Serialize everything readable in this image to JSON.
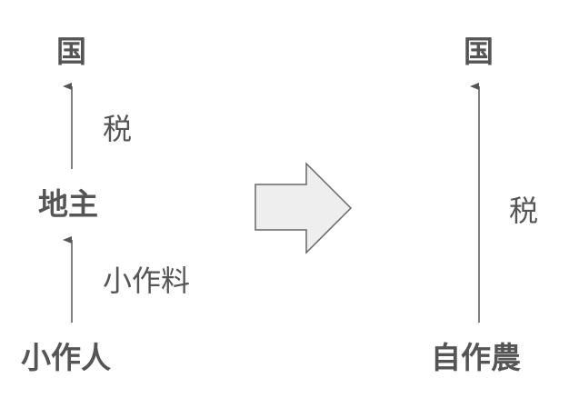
{
  "left": {
    "top": "国",
    "middle": "地主",
    "bottom": "小作人",
    "upper_edge": "税",
    "lower_edge": "小作料"
  },
  "right": {
    "top": "国",
    "bottom": "自作農",
    "edge": "税"
  },
  "colors": {
    "text": "#555555",
    "arrow_fill": "#eeeeee",
    "arrow_stroke": "#666666"
  }
}
